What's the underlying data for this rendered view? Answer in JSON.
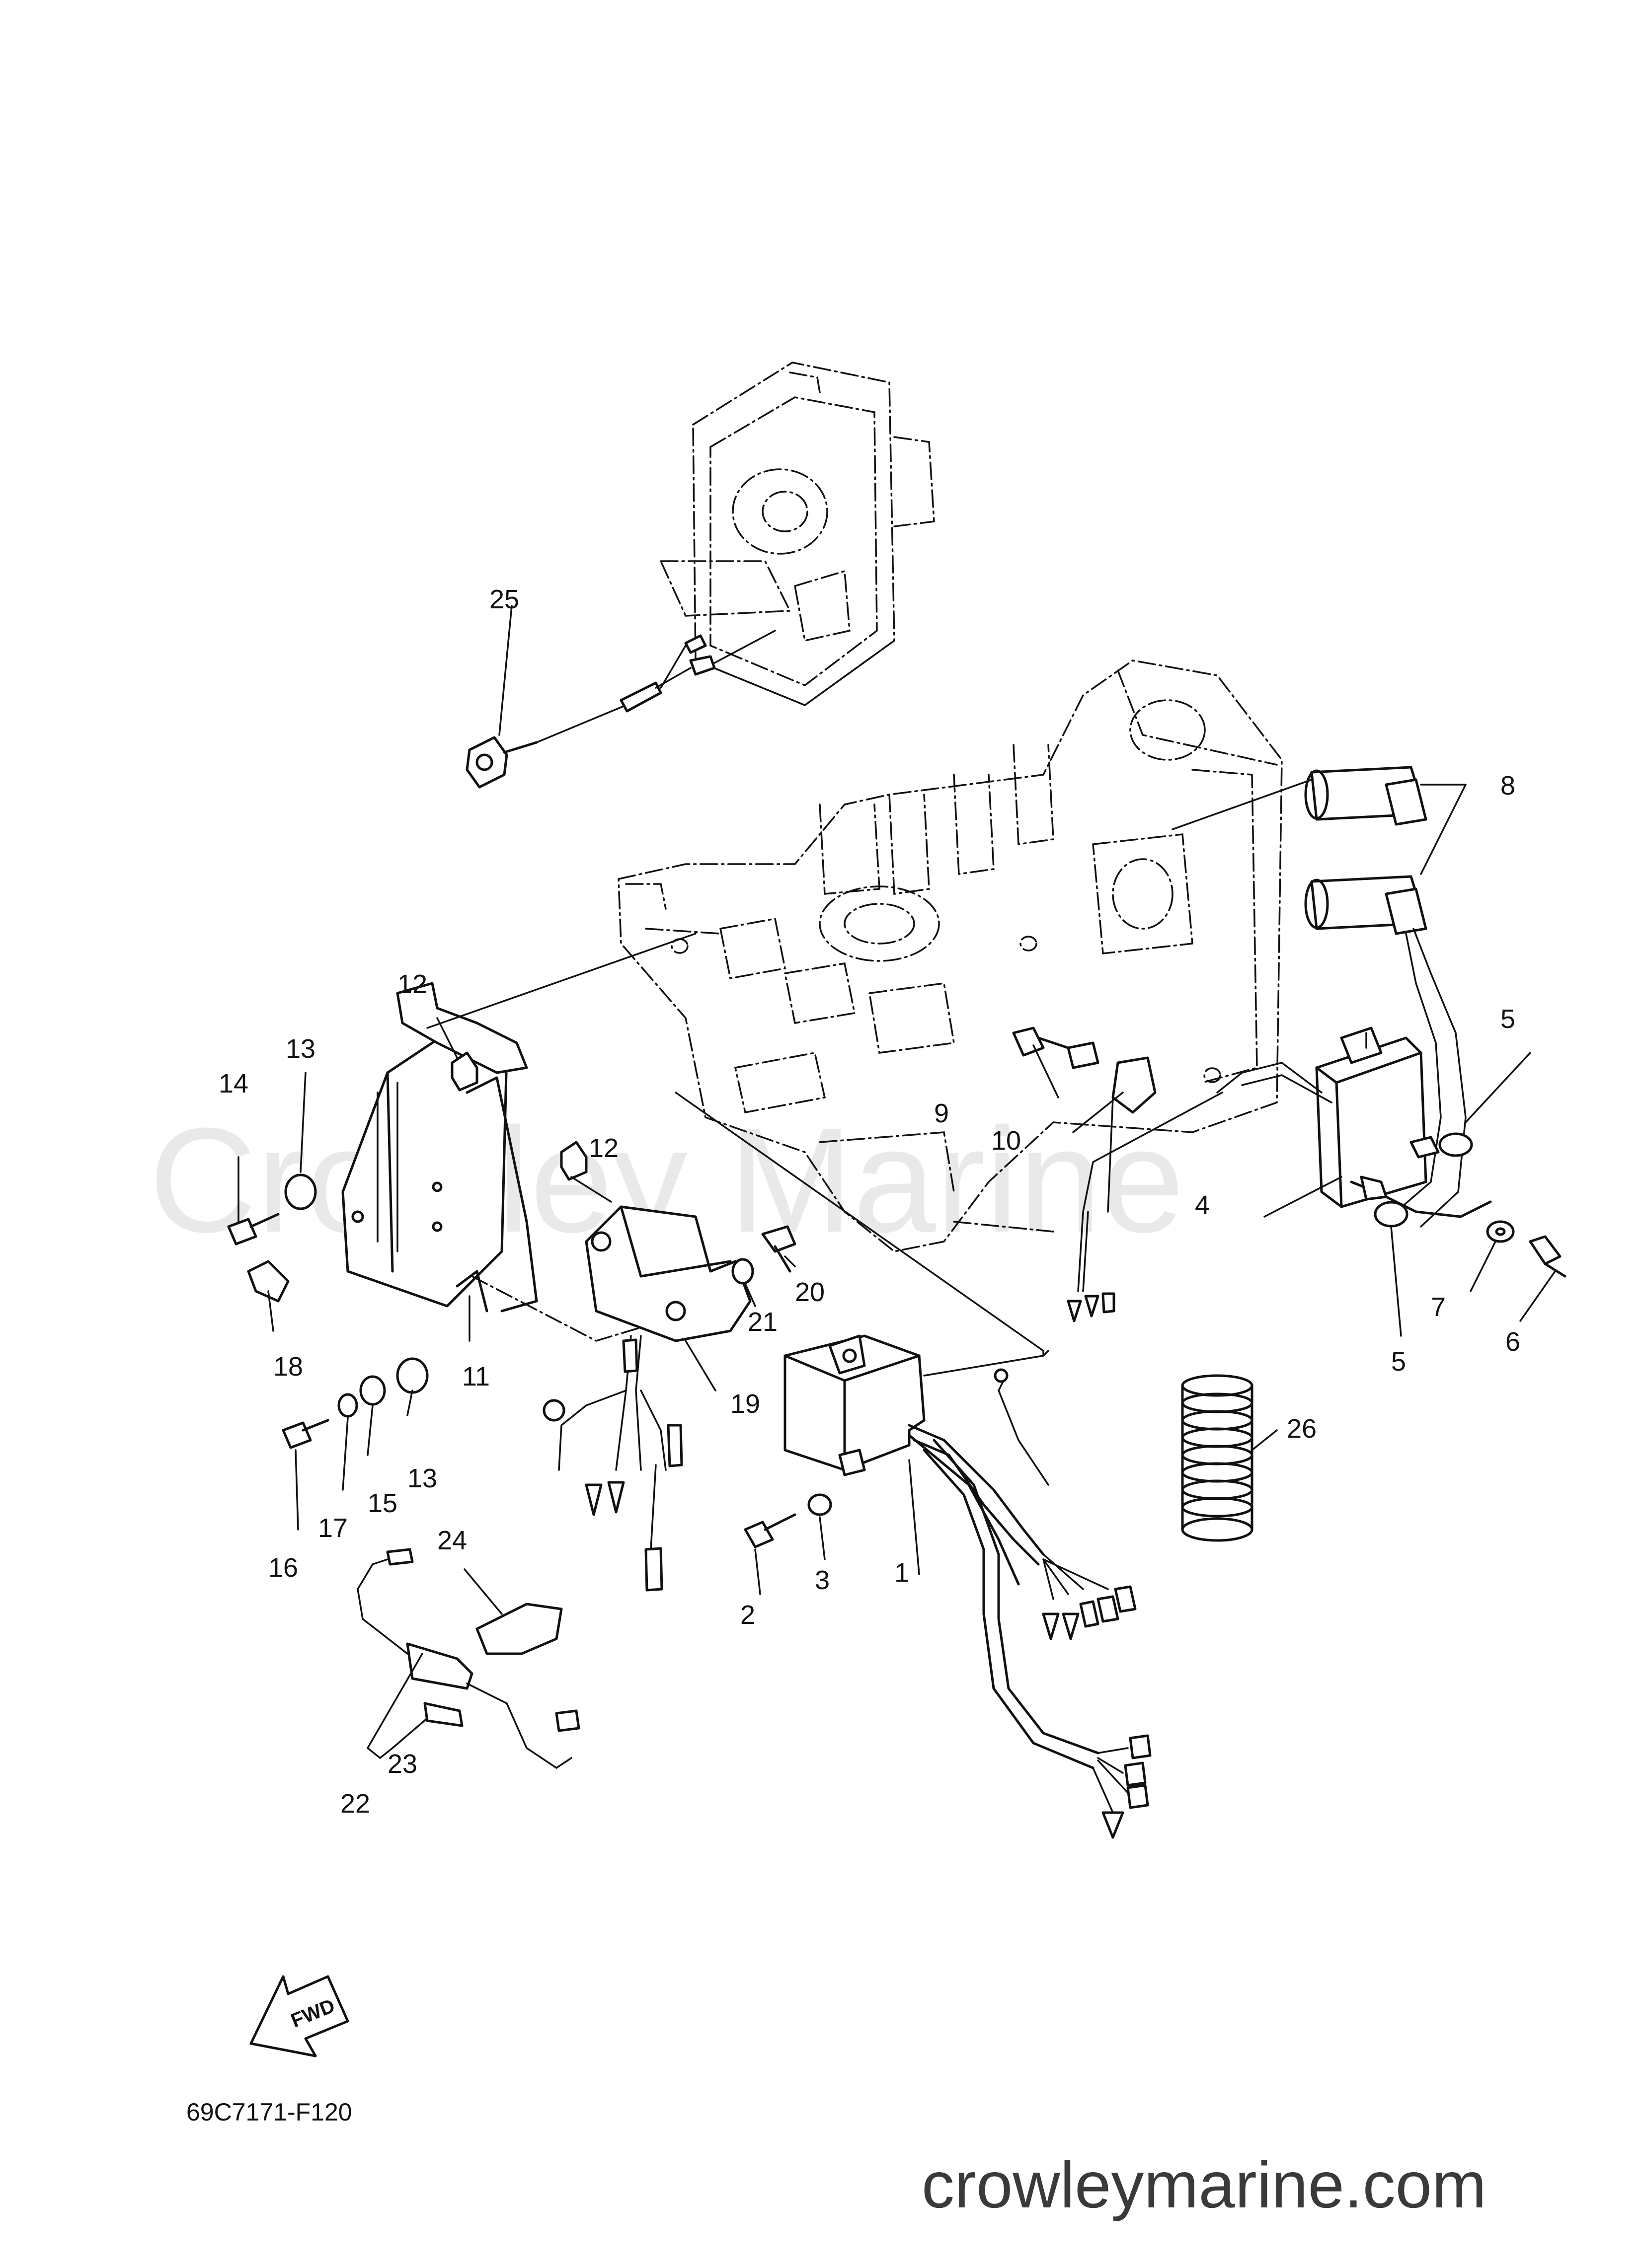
{
  "watermark": "Crowley Marine",
  "diagram_code": "69C7171-F120",
  "fwd_label": "FWD",
  "site_url": "crowleymarine.com",
  "callouts": [
    "1",
    "2",
    "3",
    "4",
    "5",
    "5",
    "6",
    "7",
    "8",
    "9",
    "10",
    "11",
    "12",
    "12",
    "13",
    "13",
    "14",
    "15",
    "16",
    "17",
    "18",
    "19",
    "20",
    "21",
    "22",
    "23",
    "24",
    "25",
    "26"
  ]
}
